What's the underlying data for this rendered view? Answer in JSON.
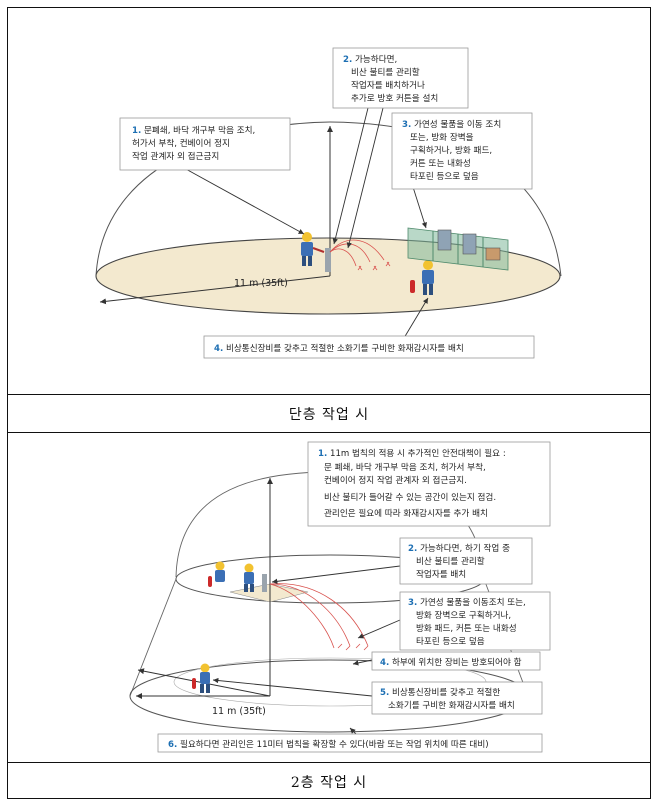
{
  "panels": [
    {
      "caption": "단층 작업 시",
      "dimension_label": "11 m (35ft)",
      "callouts": [
        {
          "num": "1.",
          "lines": [
            "문폐쇄, 바닥 개구부 막음 조치,",
            "허가서 부착, 컨베이어 정지",
            "작업 관계자 외 접근금지"
          ]
        },
        {
          "num": "2.",
          "lines": [
            "가능하다면,",
            "비산 불티를 관리할",
            "작업자를 배치하거나",
            "추가로 방호 커튼을 설치"
          ]
        },
        {
          "num": "3.",
          "lines": [
            "가연성 물품을 이동 조치",
            "또는, 방화 장벽을",
            "구획하거나, 방화 패드,",
            "커튼 또는 내화성",
            "타포린 등으로 덮음"
          ]
        },
        {
          "num": "4.",
          "lines": [
            "비상통신장비를 갖추고 적절한 소화기를 구비한 화재감시자를 배치"
          ]
        }
      ]
    },
    {
      "caption": "2층 작업 시",
      "dimension_label": "11 m (35ft)",
      "callouts": [
        {
          "num": "1.",
          "lines": [
            "11m 법칙의 적용 시 추가적인 안전대책이 필요 :",
            "문 폐쇄, 바닥 개구부 막음 조치, 허가서 부착,",
            "컨베이어 정지 작업 관계자 외 접근금지.",
            "비산 불티가 들어갈 수 있는 공간이 있는지 점검.",
            "관리인은 필요에 따라 화재감시자를 추가 배치"
          ]
        },
        {
          "num": "2.",
          "lines": [
            "가능하다면, 하기 작업 중",
            "비산 불티를 관리할",
            "작업자를 배치"
          ]
        },
        {
          "num": "3.",
          "lines": [
            "가연성 물품을 이동조치 또는,",
            "방화 장벽으로 구획하거나,",
            "방화 패드, 커튼 또는 내화성",
            "타포린 등으로 덮음"
          ]
        },
        {
          "num": "4.",
          "lines": [
            "하부에 위치한 장비는 방호되어야 함"
          ]
        },
        {
          "num": "5.",
          "lines": [
            "비상통신장비를 갖추고 적절한",
            "소화기를 구비한 화재감시자를 배치"
          ]
        },
        {
          "num": "6.",
          "lines": [
            "필요하다면 관리인은 11미터 법칙을 확장할 수 있다(바람 또는 작업 위치에 따른 대비)"
          ]
        }
      ]
    }
  ],
  "colors": {
    "floor_fill": "#f3e9cf",
    "callout_border": "#9a9a9a",
    "number_color": "#1d6fb3",
    "spark_color": "#d9534f",
    "barrier_color": "#7fb89a"
  }
}
